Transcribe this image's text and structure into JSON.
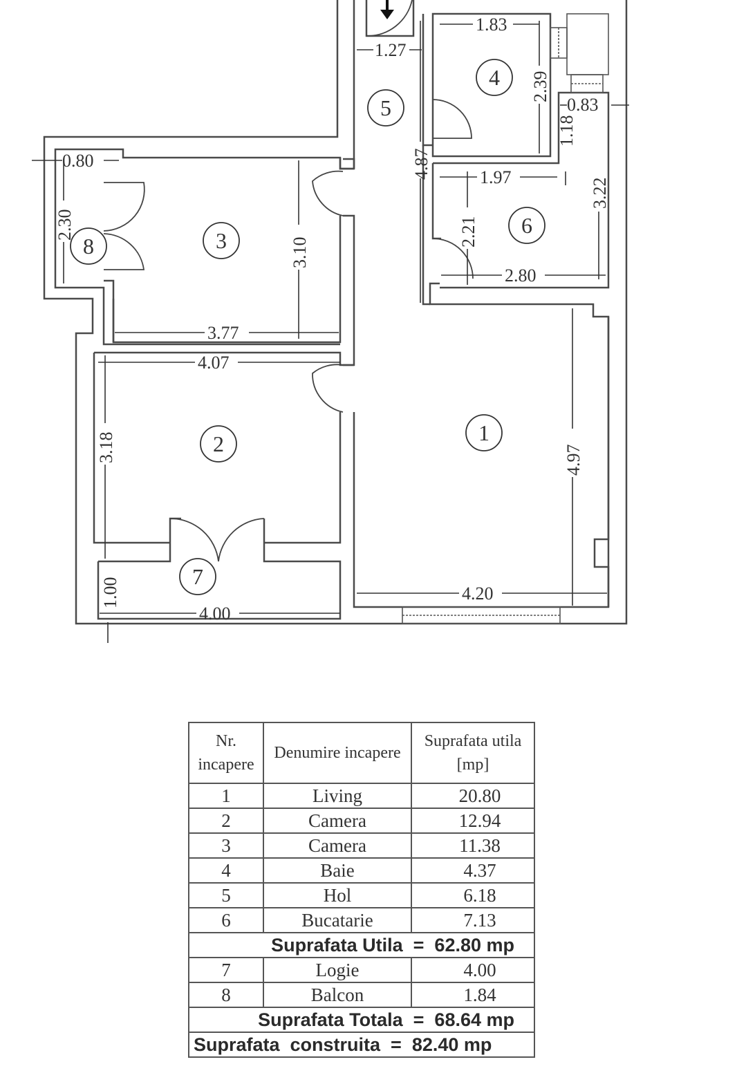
{
  "floor_plan": {
    "rooms": [
      {
        "nr": "1",
        "label_pos": "living"
      },
      {
        "nr": "2",
        "label_pos": "camera-2"
      },
      {
        "nr": "3",
        "label_pos": "camera-3"
      },
      {
        "nr": "4",
        "label_pos": "baie"
      },
      {
        "nr": "5",
        "label_pos": "hol"
      },
      {
        "nr": "6",
        "label_pos": "bucatarie"
      },
      {
        "nr": "7",
        "label_pos": "logie"
      },
      {
        "nr": "8",
        "label_pos": "balcon"
      }
    ],
    "dimensions": {
      "hol_width": "1.27",
      "hol_length": "4.87",
      "baie_width": "1.83",
      "baie_length": "2.39",
      "shaft_width": "0.83",
      "shaft_length": "1.18",
      "bucatarie_top": "1.97",
      "bucatarie_door": "2.21",
      "bucatarie_width": "2.80",
      "bucatarie_length": "3.22",
      "balcon_width": "0.80",
      "balcon_length": "2.30",
      "camera3_length": "3.10",
      "camera3_width": "3.77",
      "camera2_width": "4.07",
      "camera2_length": "3.18",
      "living_length": "4.97",
      "living_width": "4.20",
      "logie_depth": "1.00",
      "logie_width": "4.00"
    },
    "entrance_icon": "arrow-down"
  },
  "table": {
    "headers": {
      "nr": "Nr. incapere",
      "name": "Denumire incapere",
      "area": "Suprafata utila [mp]"
    },
    "rows": [
      {
        "nr": "1",
        "name": "Living",
        "area": "20.80"
      },
      {
        "nr": "2",
        "name": "Camera",
        "area": "12.94"
      },
      {
        "nr": "3",
        "name": "Camera",
        "area": "11.38"
      },
      {
        "nr": "4",
        "name": "Baie",
        "area": "4.37"
      },
      {
        "nr": "5",
        "name": "Hol",
        "area": "6.18"
      },
      {
        "nr": "6",
        "name": "Bucatarie",
        "area": "7.13"
      }
    ],
    "subtotal": "Suprafata Utila  =  62.80 mp",
    "extra_rows": [
      {
        "nr": "7",
        "name": "Logie",
        "area": "4.00"
      },
      {
        "nr": "8",
        "name": "Balcon",
        "area": "1.84"
      }
    ],
    "total": "Suprafata Totala  =  68.64 mp",
    "built": "Suprafata  construita  =  82.40 mp"
  }
}
